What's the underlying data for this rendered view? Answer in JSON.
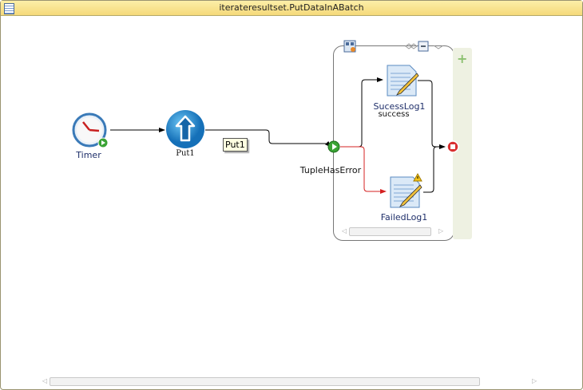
{
  "window": {
    "title": "iterateresultset.PutDataInABatch"
  },
  "nodes": {
    "timer": {
      "label": "Timer"
    },
    "put": {
      "label": "Put1",
      "tooltip": "Put1"
    },
    "container": {
      "label": "TupleHasError"
    },
    "success_log": {
      "label": "SucessLog1",
      "sublabel": "success"
    },
    "failed_log": {
      "label": "FailedLog1"
    }
  },
  "colors": {
    "error_link": "#d42020",
    "link": "#000000",
    "start": "#3aa335",
    "stop": "#d83030"
  }
}
